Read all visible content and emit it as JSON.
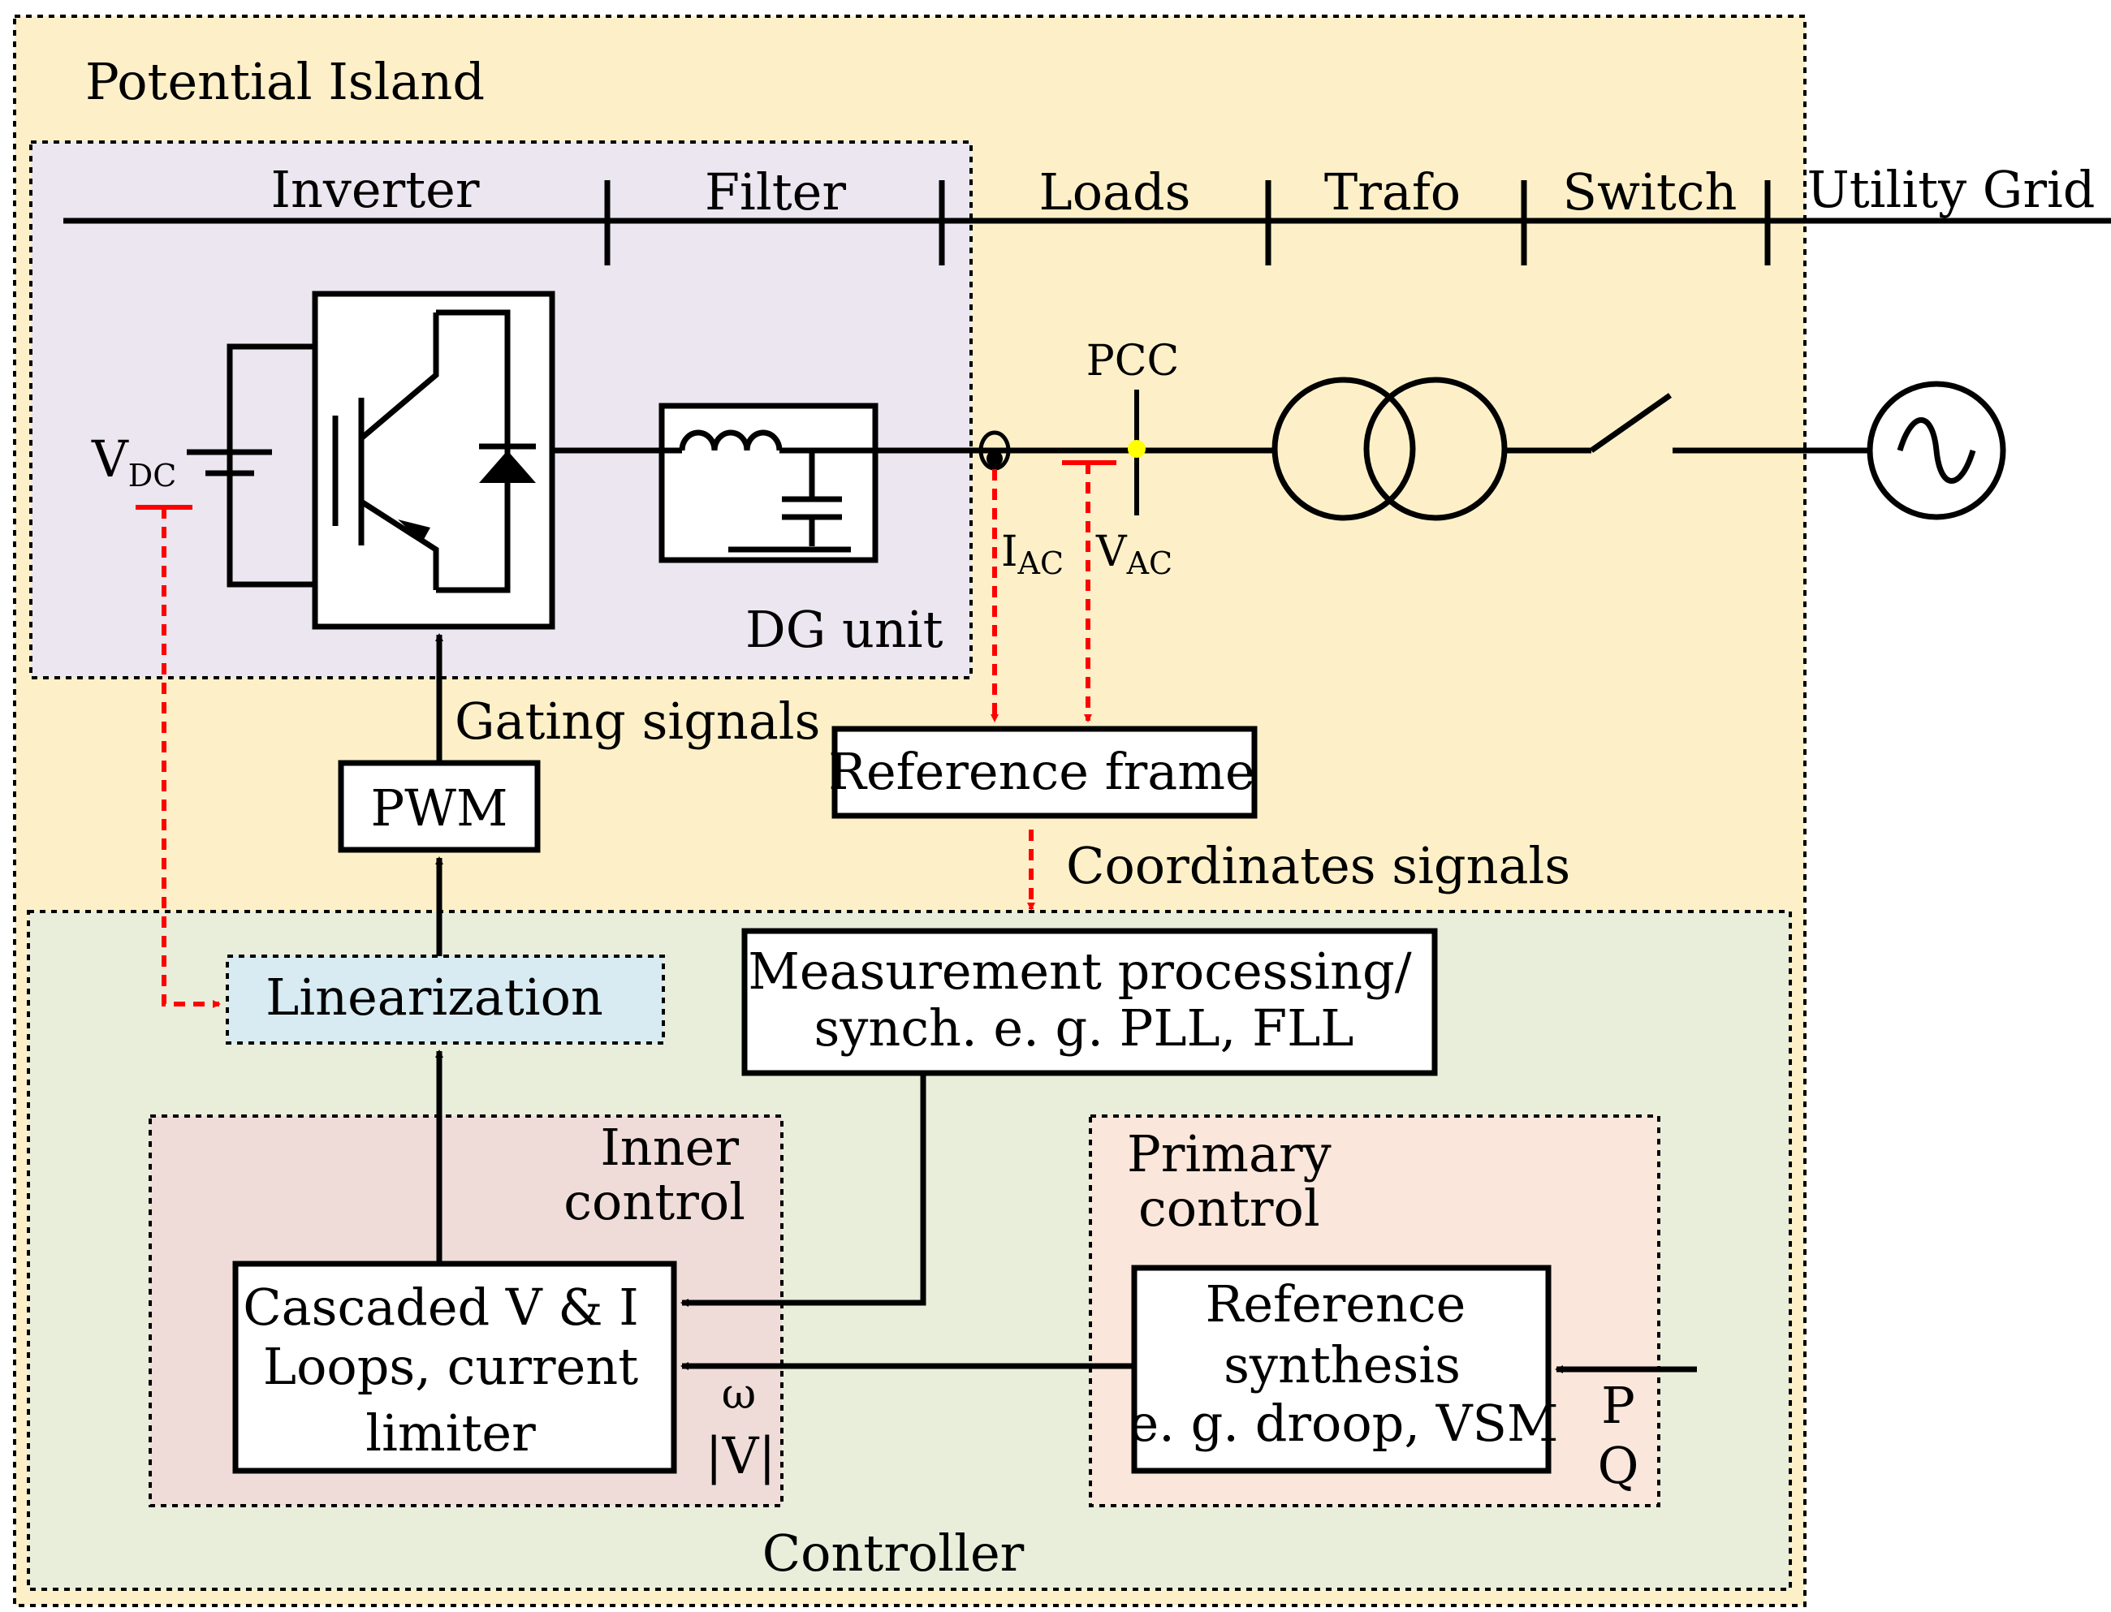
{
  "colors": {
    "island_fill": "#fdf0c8",
    "dg_fill": "#ebe6ef",
    "controller_fill": "#e9eedb",
    "inner_fill": "#efdcd8",
    "primary_fill": "#fae6da",
    "linearization_fill": "#d8ebf2",
    "measurement_arrow": "#ff0000",
    "pcc_dot": "#ffff00"
  },
  "regions": {
    "island": "Potential Island",
    "dg_unit": "DG unit",
    "controller": "Controller",
    "inner_control_line1": "Inner",
    "inner_control_line2": "control",
    "primary_control_line1": "Primary",
    "primary_control_line2": "control"
  },
  "sections": [
    "Inverter",
    "Filter",
    "Loads",
    "Trafo",
    "Switch",
    "Utility Grid"
  ],
  "circuit": {
    "vdc": "V",
    "vdc_sub": "DC",
    "pcc": "PCC",
    "iac": "I",
    "iac_sub": "AC",
    "vac": "V",
    "vac_sub": "AC"
  },
  "blocks": {
    "pwm": "PWM",
    "reference_frame": "Reference frame",
    "linearization": "Linearization",
    "measurement_line1": "Measurement processing/",
    "measurement_line2": "synch. e. g. PLL, FLL",
    "cascaded_line1": "Cascaded V & I",
    "cascaded_line2": "Loops, current",
    "cascaded_line3": "limiter",
    "reference_line1": "Reference",
    "reference_line2": "synthesis",
    "reference_line3": "e. g. droop, VSM"
  },
  "signals": {
    "gating": "Gating signals",
    "coordinates": "Coordinates signals",
    "omega": "ω",
    "voltage_mag": "|V|",
    "p": "P",
    "q": "Q"
  }
}
